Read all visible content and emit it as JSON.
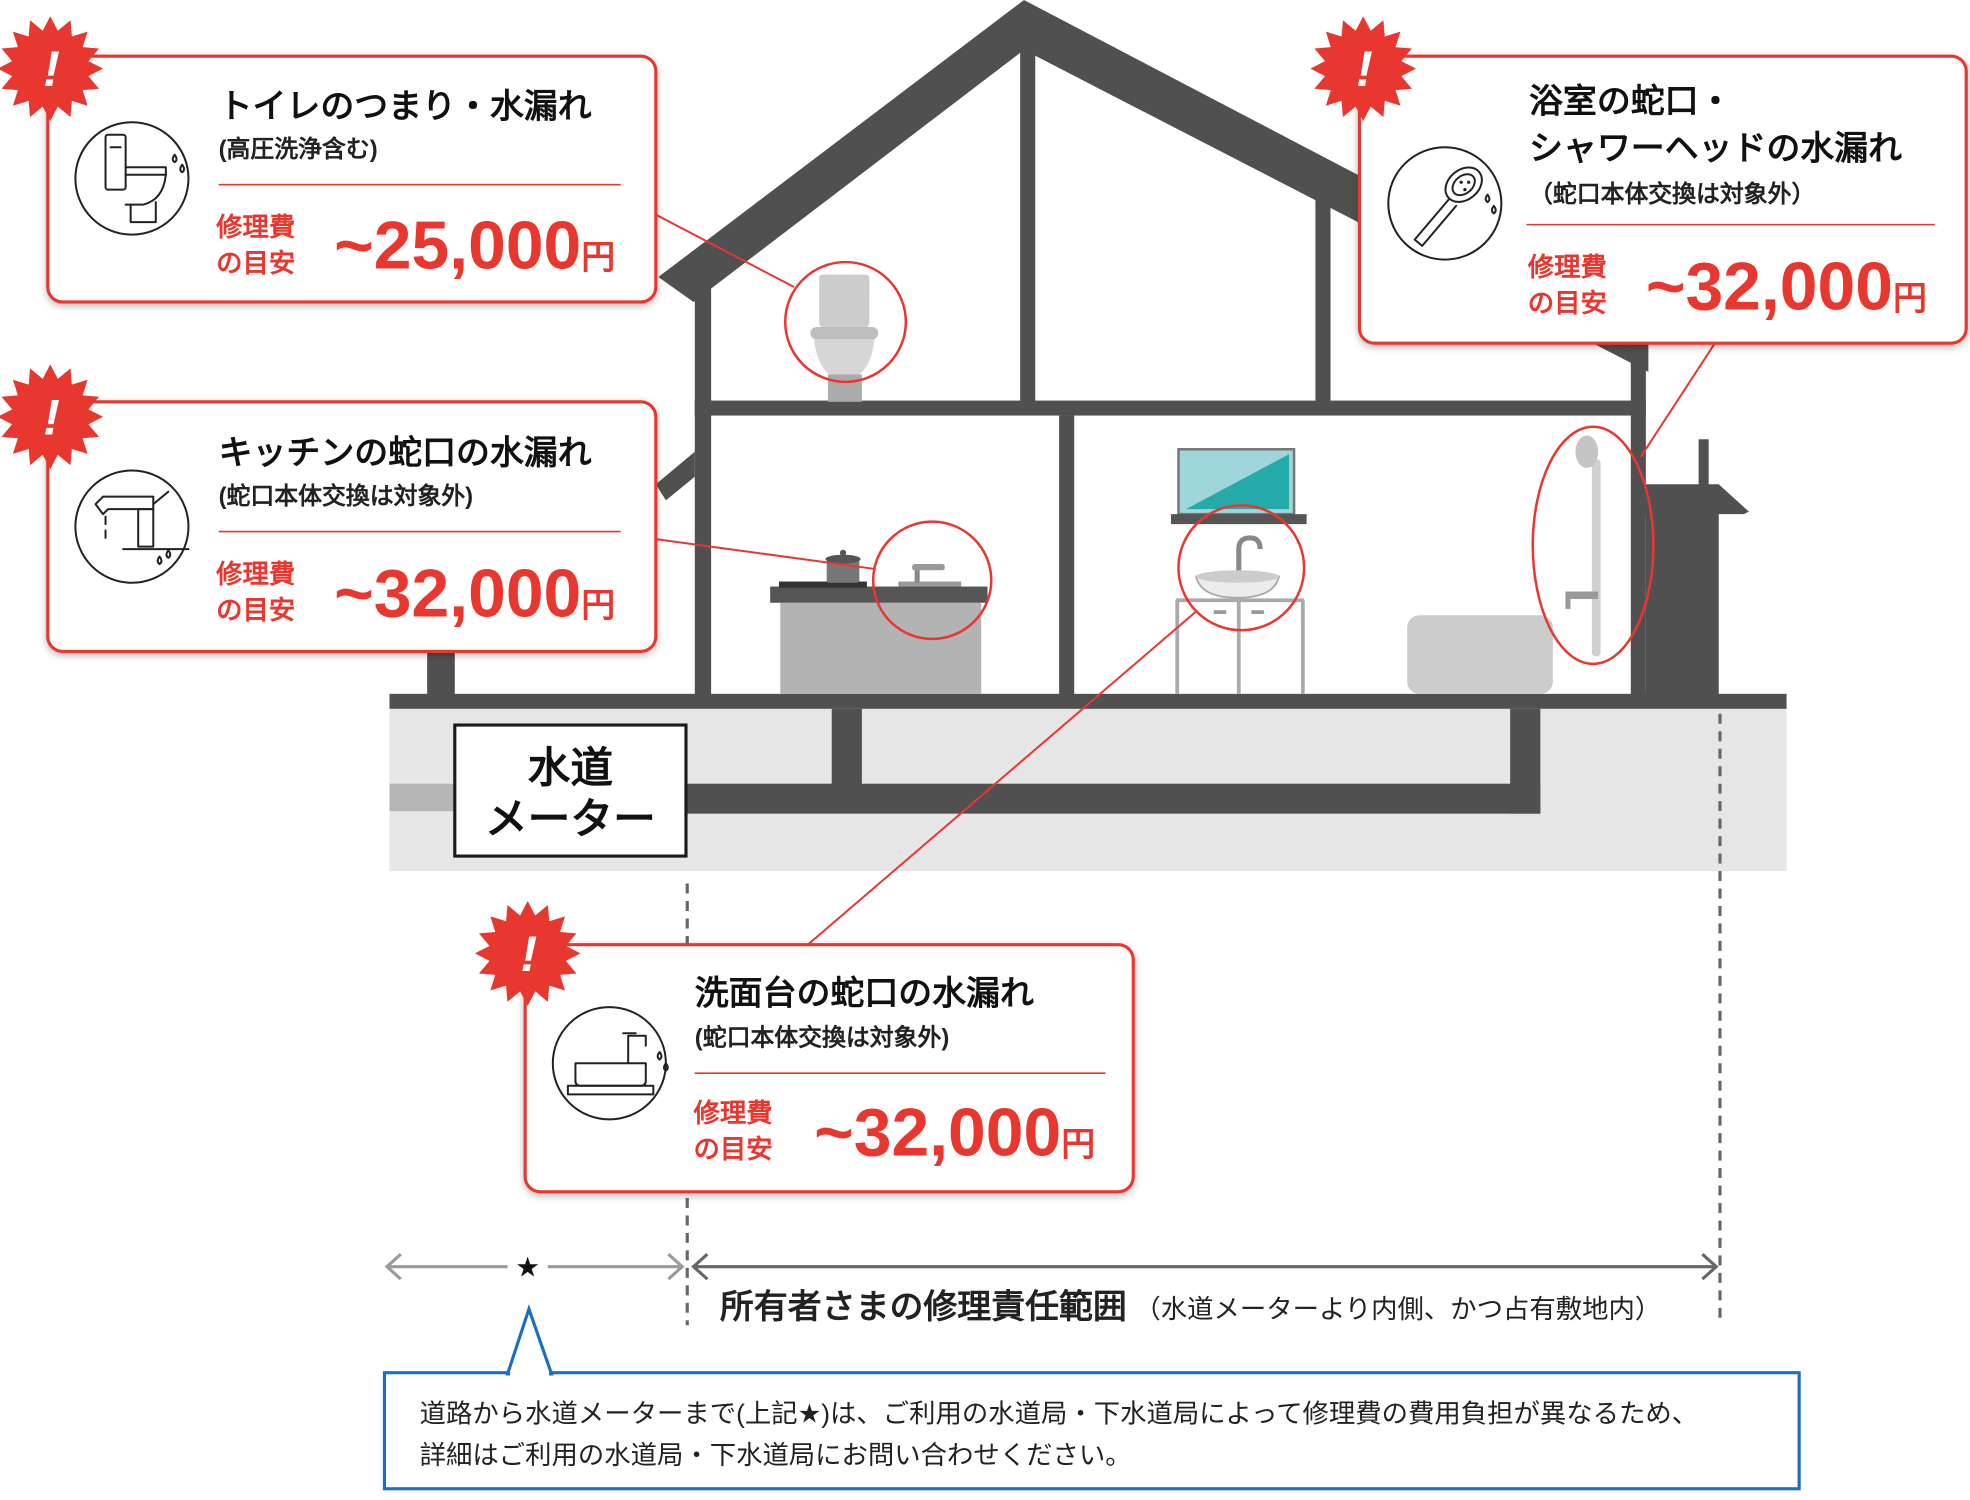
{
  "alert_symbol": "!",
  "callouts": [
    {
      "title_lines": [
        "トイレのつまり・水漏れ"
      ],
      "note": "(高圧洗浄含む)",
      "cost_label": [
        "修理費",
        "の目安"
      ],
      "price": "~25,000",
      "currency": "円",
      "icon": "toilet-icon"
    },
    {
      "title_lines": [
        "キッチンの蛇口の水漏れ"
      ],
      "note": "(蛇口本体交換は対象外)",
      "cost_label": [
        "修理費",
        "の目安"
      ],
      "price": "~32,000",
      "currency": "円",
      "icon": "kitchen-faucet-icon"
    },
    {
      "title_lines": [
        "浴室の蛇口・",
        "シャワーヘッドの水漏れ"
      ],
      "note": "（蛇口本体交換は対象外）",
      "cost_label": [
        "修理費",
        "の目安"
      ],
      "price": "~32,000",
      "currency": "円",
      "icon": "shower-head-icon"
    },
    {
      "title_lines": [
        "洗面台の蛇口の水漏れ"
      ],
      "note": "(蛇口本体交換は対象外)",
      "cost_label": [
        "修理費",
        "の目安"
      ],
      "price": "~32,000",
      "currency": "円",
      "icon": "washbasin-icon"
    }
  ],
  "water_meter": {
    "lines": [
      "水道",
      "メーター"
    ]
  },
  "boundary": {
    "star": "★",
    "title": "所有者さまの修理責任範囲",
    "note": "（水道メーターより内側、かつ占有敷地内）"
  },
  "info_note": {
    "lines": [
      "道路から水道メーターまで(上記★)は、ご利用の水道局・下水道局によって修理費の費用負担が異なるため、",
      "詳細はご利用の水道局・下水道局にお問い合わせください。"
    ]
  },
  "colors": {
    "red": "#e8372f",
    "blue": "#1b6fc2",
    "house": "#505050",
    "ground": "#e6e6e6"
  }
}
